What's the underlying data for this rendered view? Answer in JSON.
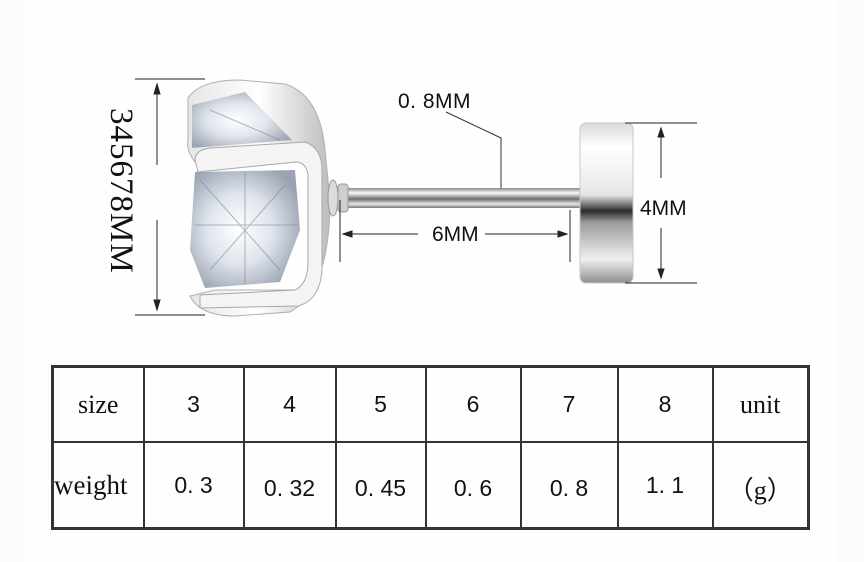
{
  "diagram": {
    "stone_diameter_label": "345678MM",
    "post_diameter_label": "0. 8MM",
    "post_length_label": "6MM",
    "back_diameter_label": "4MM",
    "colors": {
      "background": "#fefefe",
      "line": "#222222",
      "metal_light": "#f2f2f2",
      "metal_dark": "#8a8a8a"
    }
  },
  "table": {
    "rows": [
      {
        "header": "size",
        "cells": [
          "3",
          "4",
          "5",
          "6",
          "7",
          "8"
        ],
        "unit": "unit"
      },
      {
        "header": "weight",
        "cells": [
          "0. 3",
          "0. 32",
          "0. 45",
          "0. 6",
          "0. 8",
          "1. 1"
        ],
        "unit": "（g）"
      }
    ]
  }
}
